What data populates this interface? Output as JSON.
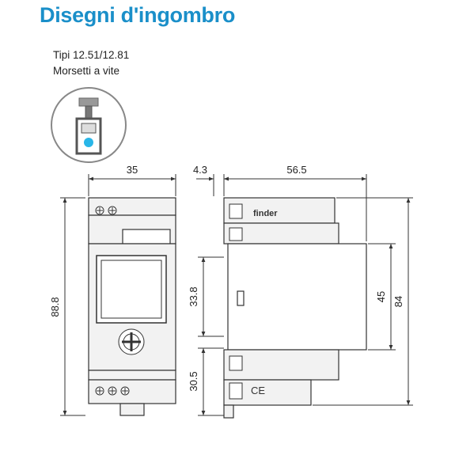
{
  "title": "Disegni d'ingombro",
  "subtitle_1": "Tipi 12.51/12.81",
  "subtitle_2": "Morsetti a vite",
  "brand": "finder",
  "ce_mark": "CE",
  "dimensions": {
    "front_width": "35",
    "side_offset": "4.3",
    "side_depth": "56.5",
    "front_height": "88.8",
    "upper_height": "33.8",
    "lower_height": "30.5",
    "window_height": "45",
    "side_height": "84"
  },
  "colors": {
    "title": "#1a8fc9",
    "terminal_dot": "#29b6e8",
    "line": "#333333",
    "fill": "#f2f2f2"
  }
}
